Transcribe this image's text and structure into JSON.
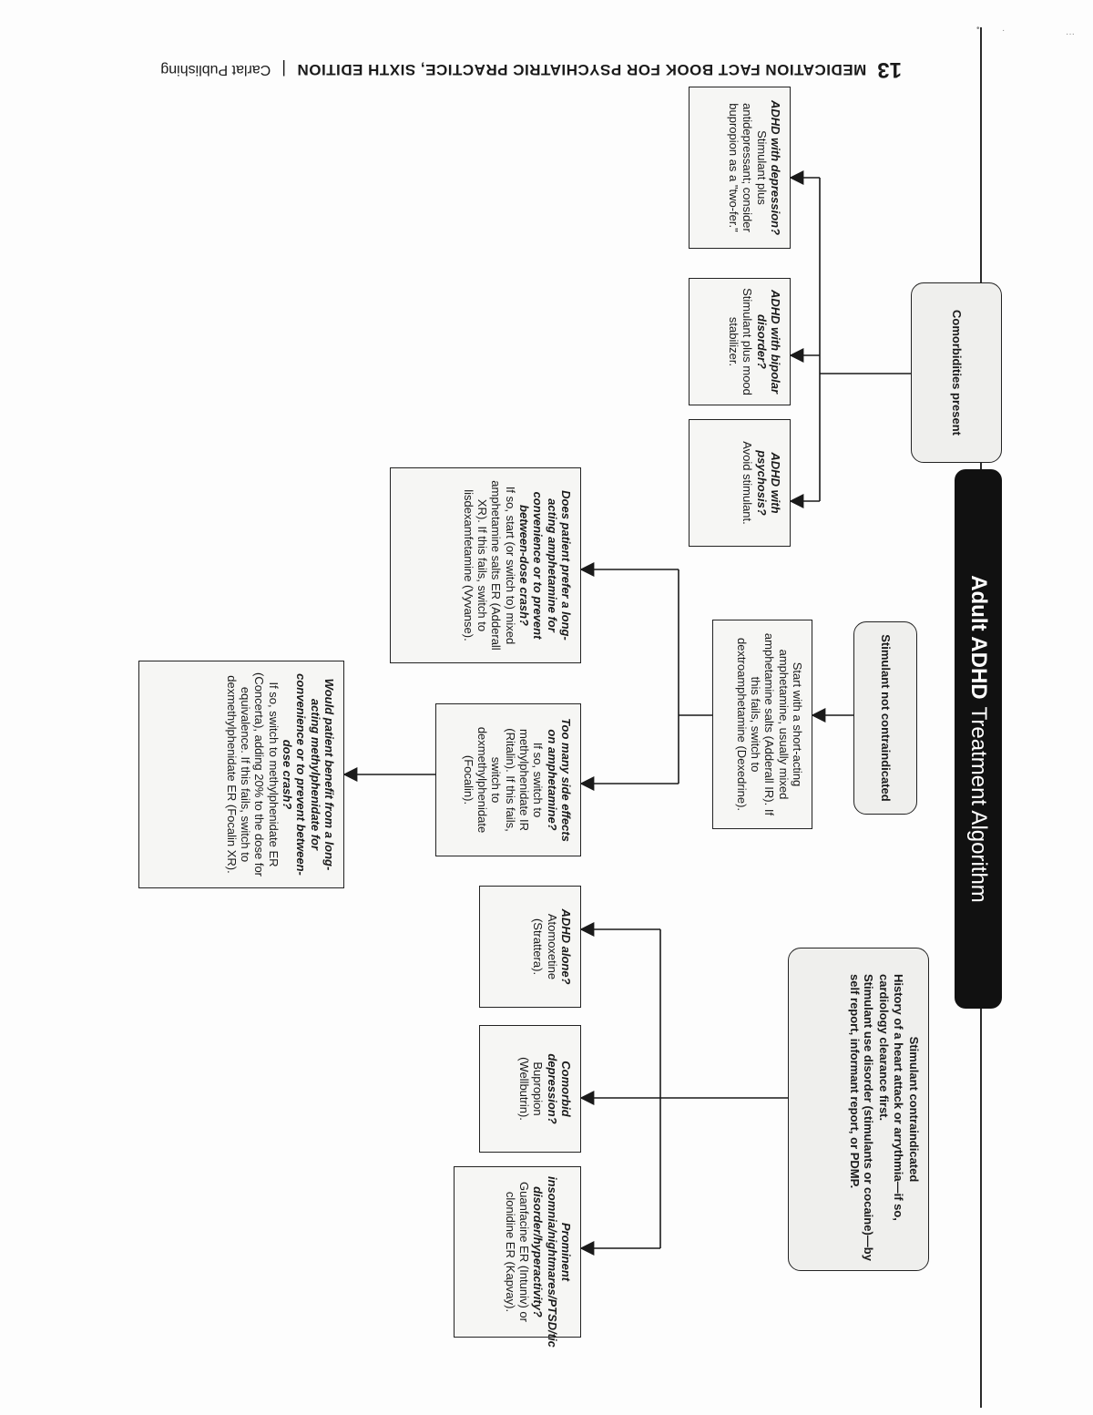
{
  "running_header": {
    "page_number": "13",
    "book_title": "MEDICATION FACT BOOK FOR PSYCHIATRIC PRACTICE, SIXTH EDITION",
    "separator": "|",
    "publisher": "Carlat Publishing"
  },
  "title": {
    "bold": "Adult ADHD",
    "regular": "Treatment Algorithm"
  },
  "branches": {
    "contraindicated": {
      "heading": "Stimulant contraindicated",
      "items": [
        "History of a heart attack or arrythmia—if so, cardiology clearance first.",
        "Stimulant use disorder (stimulants or cocaine)—by self report, informant report, or PDMP."
      ],
      "options": [
        {
          "question": "ADHD alone?",
          "text": "Atomoxetine (Strattera)."
        },
        {
          "question": "Comorbid depression?",
          "text": "Bupropion (Wellbutrin)."
        },
        {
          "question": "Prominent insomnia/nightmares/PTSD/tic disorder/hyperactivity?",
          "text": "Guanfacine ER (Intuniv) or clonidine ER (Kapvay)."
        }
      ]
    },
    "not_contraindicated": {
      "heading": "Stimulant not contraindicated",
      "start": "Start with a short-acting amphetamine, usually mixed amphetamine salts (Adderall IR). If this fails, switch to dextroamphetamine (Dexedrine).",
      "side_effects": {
        "question": "Too many side effects on amphetamine?",
        "text": "If so, switch to methylphenidate IR (Ritalin). If this fails, switch to dexmethylphenidate (Focalin)."
      },
      "long_acting_amph": {
        "question": "Does patient prefer a long-acting amphetamine for convenience or to prevent between-dose crash?",
        "text": "If so, start (or switch to) mixed amphetamine salts ER (Adderall XR). If this fails, switch to lisdexamfetamine (Vyvanse)."
      },
      "long_acting_mph": {
        "question": "Would patient benefit from a long-acting methylphenidate for convenience or to prevent between-dose crash?",
        "text": "If so, switch to methylphenidate ER (Concerta), adding 20% to the dose for equivalence. If this fails, switch to dexmethylphenidate ER (Focalin XR)."
      }
    },
    "comorbidities": {
      "heading": "Comorbidities present",
      "options": [
        {
          "question": "ADHD with psychosis?",
          "text": "Avoid stimulant."
        },
        {
          "question": "ADHD with bipolar disorder?",
          "text": "Stimulant plus mood stabilizer."
        },
        {
          "question": "ADHD with depression?",
          "text": "Stimulant plus antidepressant; consider bupropion as a \"two-fer.\""
        }
      ]
    }
  },
  "colors": {
    "ink": "#1a1a1a",
    "box_fill": "#f6f6f4",
    "title_bar": "#111111"
  }
}
